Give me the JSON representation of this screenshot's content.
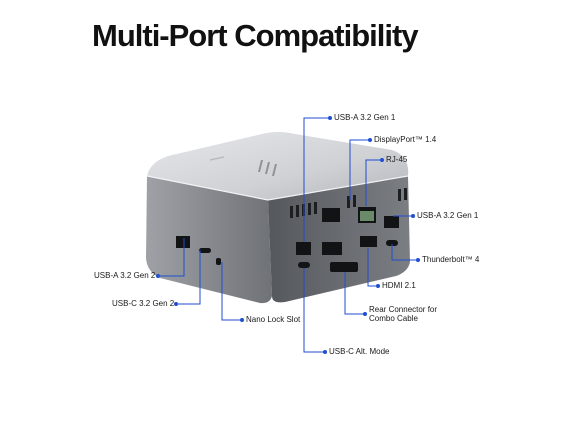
{
  "title": "Multi-Port Compatibility",
  "accent_color": "#1f4fd1",
  "callouts": {
    "usb_a_gen1_top": "USB-A 3.2 Gen 1",
    "displayport": "DisplayPort™ 1.4",
    "rj45": "RJ-45",
    "usb_a_gen1_right": "USB-A 3.2 Gen 1",
    "thunderbolt": "Thunderbolt™ 4",
    "hdmi": "HDMI 2.1",
    "rear_connector_line1": "Rear Connector for",
    "rear_connector_line2": "Combo Cable",
    "usb_c_alt": "USB-C Alt. Mode",
    "nano_lock": "Nano Lock Slot",
    "usb_c_gen2": "USB-C 3.2 Gen 2",
    "usb_a_gen2": "USB-A 3.2 Gen 2"
  }
}
